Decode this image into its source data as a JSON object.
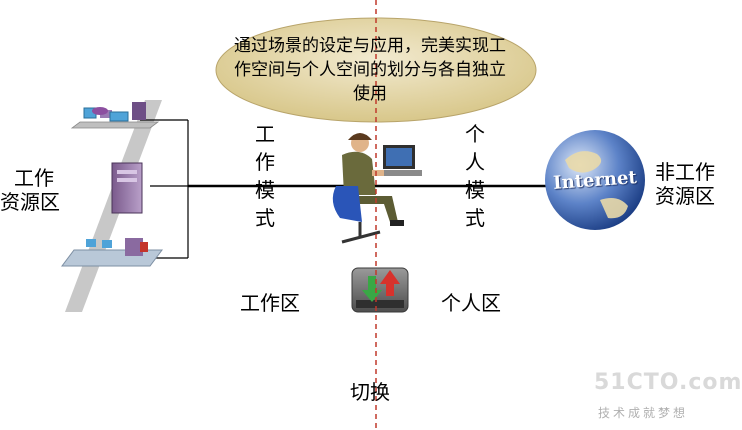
{
  "bubble": {
    "text": "通过场景的设定与应用，完美实现工作空间与个人空间的划分与各自独立使用"
  },
  "left_resource_label": {
    "line1": "工作",
    "line2": "资源区"
  },
  "right_resource_label": {
    "line1": "非工作",
    "line2": "资源区"
  },
  "work_mode_label": [
    "工",
    "作",
    "模",
    "式"
  ],
  "personal_mode_label": [
    "个",
    "人",
    "模",
    "式"
  ],
  "work_zone_label": "工作区",
  "personal_zone_label": "个人区",
  "switch_label": "切换",
  "globe_text": "Internet",
  "watermark": {
    "main": "51CTO.com",
    "sub": "技术成就梦想"
  },
  "colors": {
    "bubble_fill": "#e6d9a2",
    "divider": "#c0392b",
    "line": "#000000",
    "globe": "#3b62b3"
  }
}
